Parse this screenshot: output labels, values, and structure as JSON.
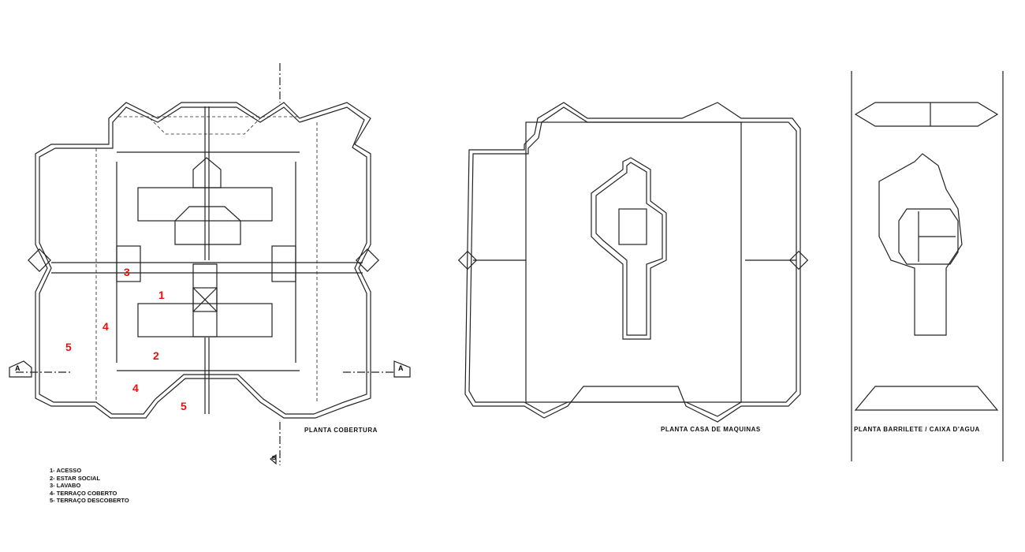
{
  "plans": [
    {
      "title": "PLANTA COBERTURA"
    },
    {
      "title": "PLANTA CASA DE MAQUINAS"
    },
    {
      "title": "PLANTA BARRILETE / CAIXA D'AGUA"
    }
  ],
  "room_numbers": [
    "1",
    "2",
    "3",
    "4",
    "4",
    "5",
    "5"
  ],
  "section_marks": {
    "a_left": "A",
    "a_right": "A",
    "b": "B"
  },
  "legend": [
    "1- ACESSO",
    "2- ESTAR SOCIAL",
    "3- LAVABO",
    "4- TERRAÇO COBERTO",
    "5- TERRAÇO DESCOBERTO"
  ],
  "colors": {
    "line": "#222222",
    "room_number": "#e3120b"
  }
}
